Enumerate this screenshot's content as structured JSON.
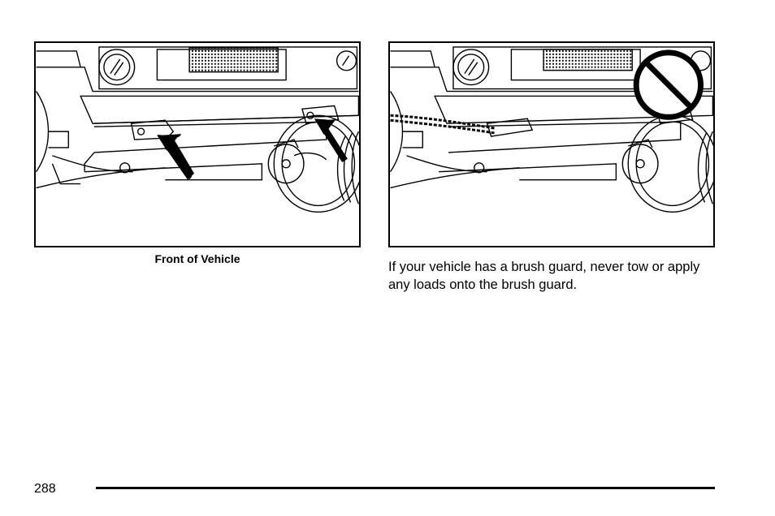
{
  "figure_left": {
    "caption": "Front of Vehicle"
  },
  "figure_right": {
    "text": "If your vehicle has a brush guard, never tow or apply any loads onto the brush guard."
  },
  "footer": {
    "page_number": "288"
  }
}
